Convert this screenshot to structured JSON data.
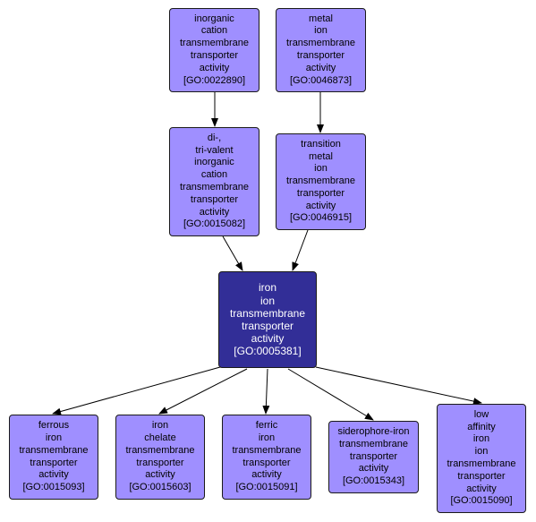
{
  "colors": {
    "node_fill": "#9f8fff",
    "focus_fill": "#322e97",
    "focus_text": "#ffffff",
    "edge": "#000000"
  },
  "nodes": {
    "n0022890": [
      "inorganic",
      "cation",
      "transmembrane",
      "transporter",
      "activity",
      "[GO:0022890]"
    ],
    "n0046873": [
      "metal",
      "ion",
      "transmembrane",
      "transporter",
      "activity",
      "[GO:0046873]"
    ],
    "n0015082": [
      "di-,",
      "tri-valent",
      "inorganic",
      "cation",
      "transmembrane",
      "transporter",
      "activity",
      "[GO:0015082]"
    ],
    "n0046915": [
      "transition",
      "metal",
      "ion",
      "transmembrane",
      "transporter",
      "activity",
      "[GO:0046915]"
    ],
    "n0005381": [
      "iron",
      "ion",
      "transmembrane",
      "transporter",
      "activity",
      "[GO:0005381]"
    ],
    "n0015093": [
      "ferrous",
      "iron",
      "transmembrane",
      "transporter",
      "activity",
      "[GO:0015093]"
    ],
    "n0015603": [
      "iron",
      "chelate",
      "transmembrane",
      "transporter",
      "activity",
      "[GO:0015603]"
    ],
    "n0015091": [
      "ferric",
      "iron",
      "transmembrane",
      "transporter",
      "activity",
      "[GO:0015091]"
    ],
    "n0015343": [
      "siderophore-iron",
      "transmembrane",
      "transporter",
      "activity",
      "[GO:0015343]"
    ],
    "n0015090": [
      "low",
      "affinity",
      "iron",
      "ion",
      "transmembrane",
      "transporter",
      "activity",
      "[GO:0015090]"
    ]
  }
}
